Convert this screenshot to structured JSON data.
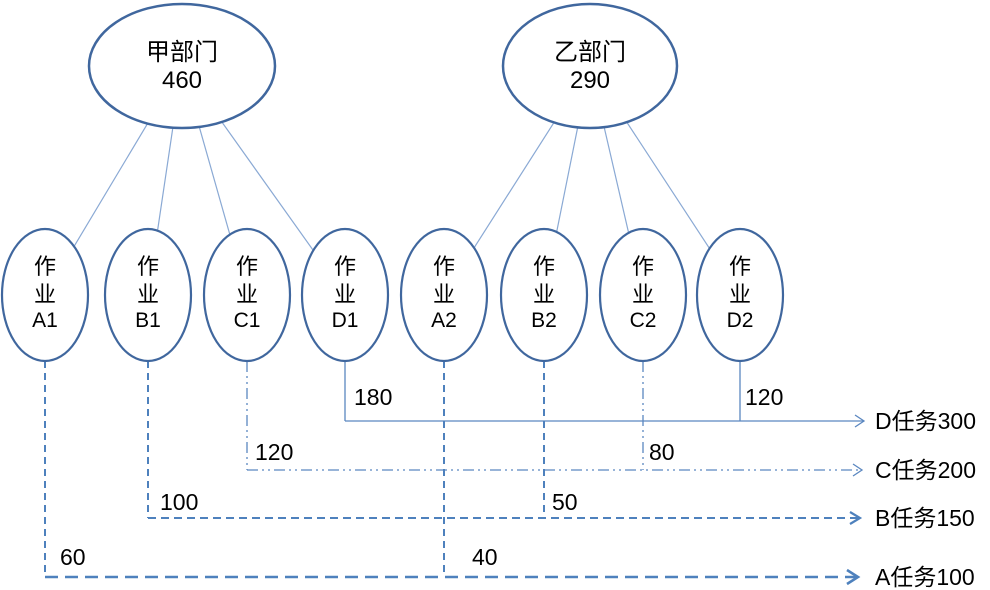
{
  "diagram": {
    "type": "cost-allocation-tree",
    "departments": [
      {
        "name": "甲部门",
        "value": "460"
      },
      {
        "name": "乙部门",
        "value": "290"
      }
    ],
    "activities": [
      {
        "word_top": "作",
        "word_bottom": "业",
        "code": "A1",
        "allocation": "60"
      },
      {
        "word_top": "作",
        "word_bottom": "业",
        "code": "B1",
        "allocation": "100"
      },
      {
        "word_top": "作",
        "word_bottom": "业",
        "code": "C1",
        "allocation": "120"
      },
      {
        "word_top": "作",
        "word_bottom": "业",
        "code": "D1",
        "allocation": "180"
      },
      {
        "word_top": "作",
        "word_bottom": "业",
        "code": "A2",
        "allocation": "40"
      },
      {
        "word_top": "作",
        "word_bottom": "业",
        "code": "B2",
        "allocation": "50"
      },
      {
        "word_top": "作",
        "word_bottom": "业",
        "code": "C2",
        "allocation": "80"
      },
      {
        "word_top": "作",
        "word_bottom": "业",
        "code": "D2",
        "allocation": "120"
      }
    ],
    "tasks": [
      {
        "label": "D任务300"
      },
      {
        "label": "C任务200"
      },
      {
        "label": "B任务150"
      },
      {
        "label": "A任务100"
      }
    ],
    "colors": {
      "ellipse_stroke": "#40679E",
      "connector_line": "#8AA9D4",
      "solid_flow_line": "#5B87C0",
      "dashed_flow_line": "#4E81BD",
      "text": "#000000",
      "background": "#FFFFFF"
    }
  }
}
